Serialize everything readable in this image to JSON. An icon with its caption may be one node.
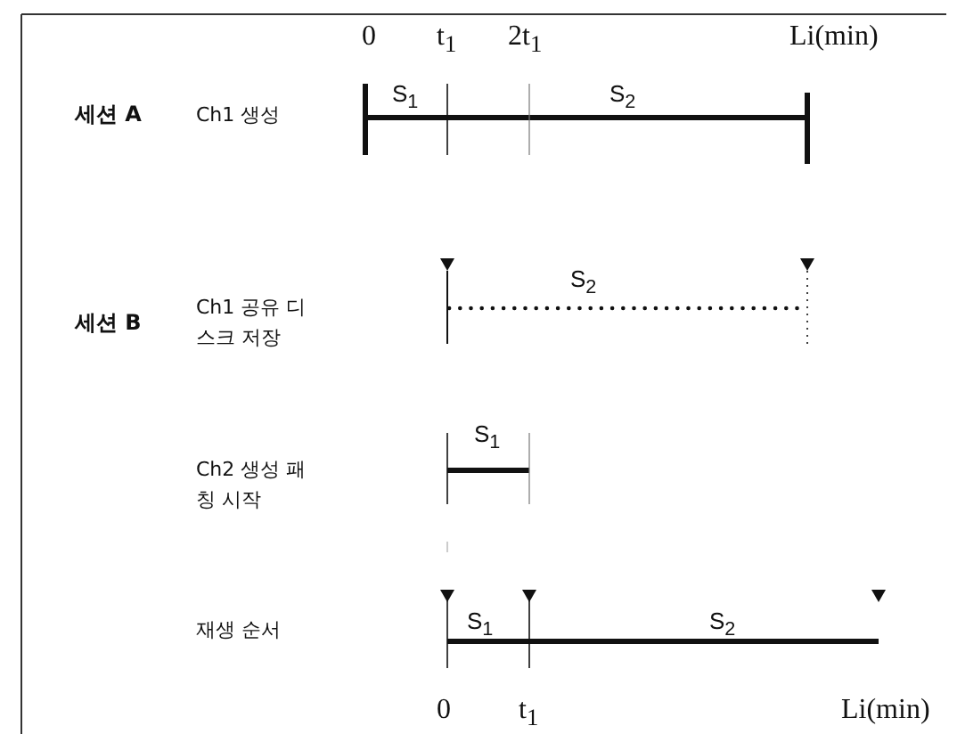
{
  "diagram": {
    "labels": [
      "0",
      "t$_{1}$",
      "2t$_{1}$",
      "Li(min)",
      "세션 A",
      "Ch1 생성",
      "S$_{1}$",
      "S$_{2}$",
      "세션 B",
      "Ch1 공유 디스크 저장",
      "S$_{2}$",
      "Ch2 생성 패칭 시작",
      "S$_{1}$",
      "재생 순서",
      "S$_{1}$",
      "S$_{2}$",
      "0",
      "t$_{1}$",
      "Li(min)"
    ]
  }
}
